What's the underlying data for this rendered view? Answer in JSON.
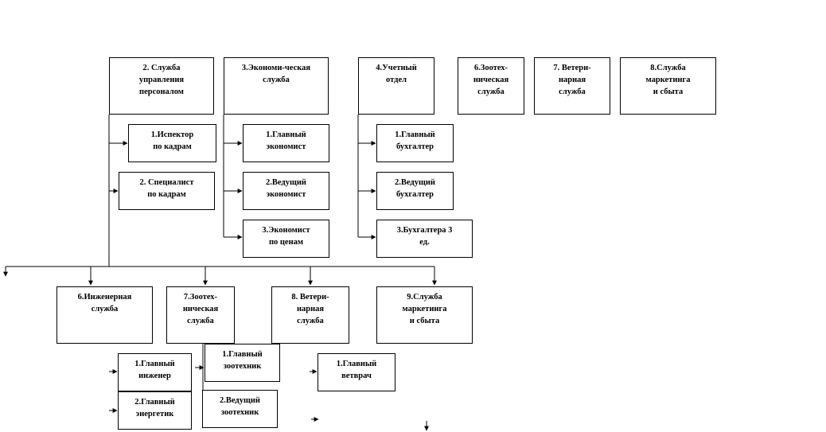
{
  "top_row": {
    "hr": "2. Служба\nуправления\nперсоналом",
    "econ": "3.Экономи-ческая\nслужба",
    "acct": "4.Учетный\nотдел",
    "zoo": "6.Зоотех-\nническая\nслужба",
    "vet": "7. Ветери-\nнарная\nслужба",
    "mkt": "8.Служба\nмаркетинга\nи сбыта"
  },
  "hr_sub": [
    "1.Испектор\nпо кадрам",
    "2. Специалист\nпо кадрам"
  ],
  "econ_sub": [
    "1.Главный\nэкономист",
    "2.Ведущий\nэкономист",
    "3.Экономист\nпо ценам"
  ],
  "acct_sub": [
    "1.Главный\nбухгалтер",
    "2.Ведущий\nбухгалтер",
    "3.Бухгалтера  3\nед."
  ],
  "bottom_row": {
    "eng": "6.Инженерная\nслужба",
    "zoo": "7.Зоотех-\nническая\nслужба",
    "vet": "8. Ветери-\nнарная\nслужба",
    "mkt": "9.Служба\nмаркетинга\nи сбыта"
  },
  "bottom_sub": {
    "chief_engineer": "1.Главный\nинженер",
    "chief_power": "2.Главный\nэнергетик",
    "chief_zoo": "1.Главный\nзоотехник",
    "lead_zoo": "2.Ведущий\nзоотехник",
    "chief_vet": "1.Главный\nветврач"
  }
}
